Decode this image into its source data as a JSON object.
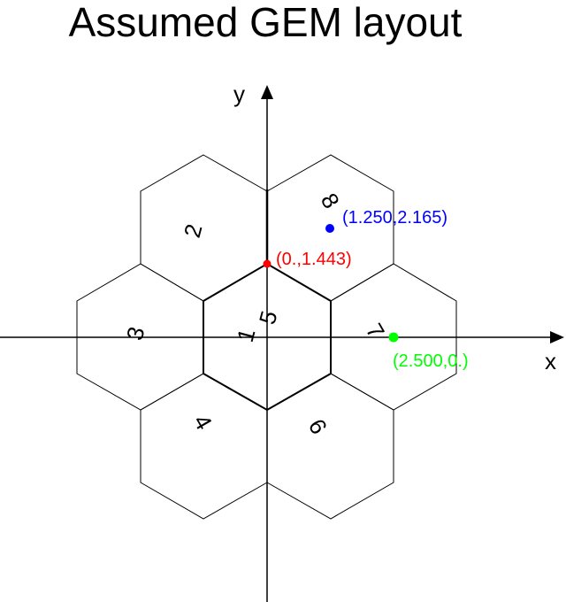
{
  "title": "Assumed GEM layout",
  "axes": {
    "x_label": "x",
    "y_label": "y"
  },
  "hexagons": [
    {
      "id": "center",
      "labels": [
        "1",
        "5"
      ],
      "center": [
        0,
        0
      ]
    },
    {
      "id": "upper-left",
      "label": "2",
      "center": [
        -1.25,
        2.165
      ]
    },
    {
      "id": "left",
      "label": "3",
      "center": [
        -2.5,
        0
      ]
    },
    {
      "id": "lower-left",
      "label": "4",
      "center": [
        -1.25,
        -2.165
      ]
    },
    {
      "id": "lower-right",
      "label": "6",
      "center": [
        1.25,
        -2.165
      ]
    },
    {
      "id": "right",
      "label": "7",
      "center": [
        2.5,
        0
      ]
    },
    {
      "id": "upper-right",
      "label": "8",
      "center": [
        1.25,
        2.165
      ]
    }
  ],
  "points": [
    {
      "id": "red",
      "label": "(0.,1.443)",
      "x": 0,
      "y": 1.443,
      "color": "#ff0000"
    },
    {
      "id": "blue",
      "label": "(1.250,2.165)",
      "x": 1.25,
      "y": 2.165,
      "color": "#0000ff"
    },
    {
      "id": "green",
      "label": "(2.500,0.)",
      "x": 2.5,
      "y": 0,
      "color": "#00ff00"
    }
  ],
  "colors": {
    "line": "#000000",
    "background": "#ffffff"
  }
}
